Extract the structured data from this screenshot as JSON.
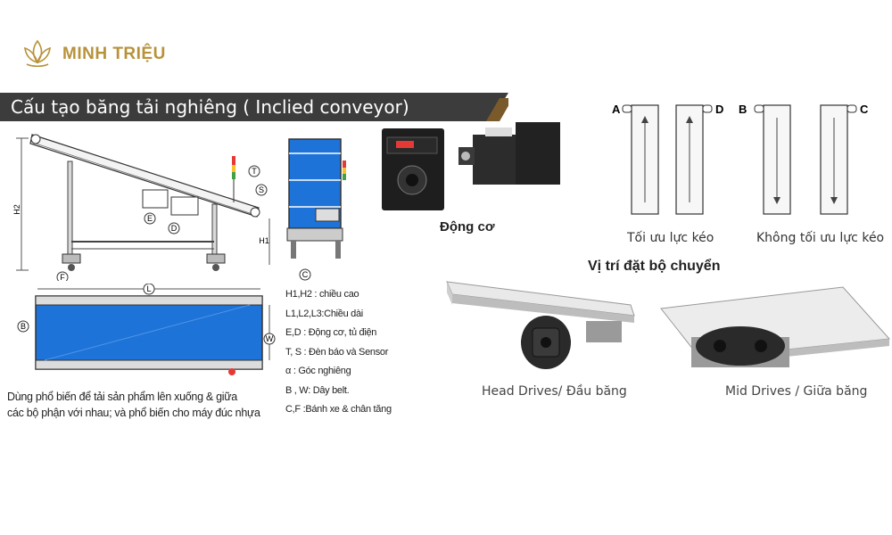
{
  "brand": {
    "name": "MINH TRIỆU",
    "logo_icon": "lotus-logo-icon",
    "color": "#b8923a"
  },
  "title": "Cấu tạo băng tải nghiêng ( Inclied conveyor)",
  "colors": {
    "banner": "#3c3c3c",
    "belt_blue": "#1e73d8",
    "frame": "#555555"
  },
  "side_view": {
    "callouts": [
      "T",
      "S",
      "E",
      "D",
      "F",
      "H2",
      "H1"
    ]
  },
  "front_view": {
    "callouts": [
      "C"
    ]
  },
  "top_view": {
    "callouts": [
      "L",
      "B",
      "W"
    ]
  },
  "legend": [
    "H1,H2 : chiều cao",
    "L1,L2,L3:Chiều dài",
    "E,D : Động cơ, tủ điện",
    "T, S : Đèn báo và Sensor",
    "α : Góc nghiêng",
    "B , W: Dây belt.",
    "C,F :Bánh xe & chân tăng"
  ],
  "description": [
    "Dùng phổ biến để tải sản phẩm lên xuống & giữa",
    "các bộ phận với nhau; và phổ biến cho máy đúc nhựa"
  ],
  "motor": {
    "label": "Động cơ"
  },
  "tension": {
    "letters": [
      "A",
      "D",
      "B",
      "C"
    ],
    "optimal_label": "Tối ưu lực kéo",
    "non_optimal_label": "Không tối ưu lực kéo"
  },
  "drive_position": {
    "title": "Vị trí đặt bộ chuyển",
    "head_label": "Head Drives/ Đầu băng",
    "mid_label": "Mid Drives / Giữa băng"
  }
}
